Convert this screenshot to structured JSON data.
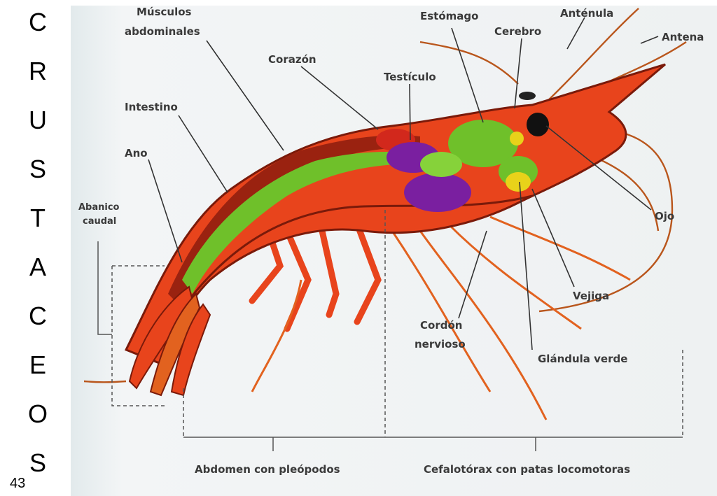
{
  "side_title": [
    "C",
    "R",
    "U",
    "S",
    "T",
    "A",
    "C",
    "E",
    "O",
    "S"
  ],
  "page_number": "43",
  "labels": {
    "musculos": [
      "Músculos",
      "abdominales"
    ],
    "corazon": "Corazón",
    "testiculo": "Testículo",
    "estomago": "Estómago",
    "cerebro": "Cerebro",
    "antenula": "Anténula",
    "antena": "Antena",
    "intestino": "Intestino",
    "ano": "Ano",
    "abanico": [
      "Abanico",
      "caudal"
    ],
    "ojo": "Ojo",
    "vejiga": "Vejiga",
    "cordon": [
      "Cordón",
      "nervioso"
    ],
    "glandula": "Glándula verde",
    "abdomen": "Abdomen con pleópodos",
    "cefalotorax": "Cefalotórax con patas locomotoras"
  },
  "colors": {
    "body": "#e8441c",
    "body_dark": "#7a1a0a",
    "intestine": "#6fc02a",
    "gonad": "#7a1fa0",
    "gland": "#e8d21a",
    "heart": "#d2281c"
  }
}
